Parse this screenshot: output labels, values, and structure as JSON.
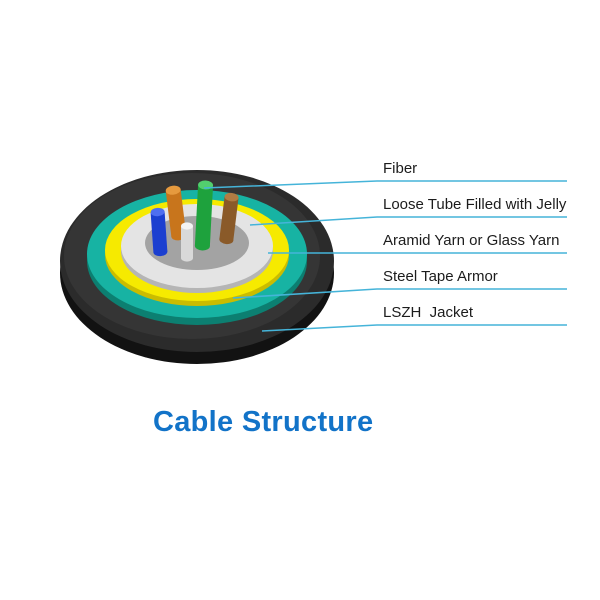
{
  "title": "Cable Structure",
  "labels": [
    {
      "id": "fiber",
      "text": "Fiber"
    },
    {
      "id": "loose-tube",
      "text": "Loose Tube Filled with Jelly"
    },
    {
      "id": "aramid-yarn",
      "text": "Aramid Yarn or Glass Yarn"
    },
    {
      "id": "steel-tape",
      "text": "Steel Tape Armor"
    },
    {
      "id": "lszh-jacket",
      "text": "LSZH  Jacket"
    }
  ],
  "colors": {
    "title": "#1273c8",
    "label_text": "#1c1c1c",
    "leader_line": "#45b4d9",
    "jacket_top": "#2b2b2b",
    "jacket_side": "#121212",
    "jacket_sheen": "#ffffff",
    "armor_top": "#17b3a3",
    "armor_side": "#0c7f71",
    "yarn_top": "#f6ea00",
    "yarn_side": "#cabc00",
    "tube_top": "#e4e4e4",
    "tube_side": "#b5b5b5",
    "core": "#a3a3a3",
    "fiber_orange": "#c8751c",
    "fiber_orange_top": "#e69a3e",
    "fiber_blue": "#1b3fd0",
    "fiber_blue_top": "#4e6ef0",
    "fiber_green": "#1ea23d",
    "fiber_green_top": "#52cf6e",
    "fiber_white": "#d9d9d9",
    "fiber_white_top": "#f4f4f4",
    "fiber_brown": "#8a5a29",
    "fiber_brown_top": "#b27c43"
  }
}
